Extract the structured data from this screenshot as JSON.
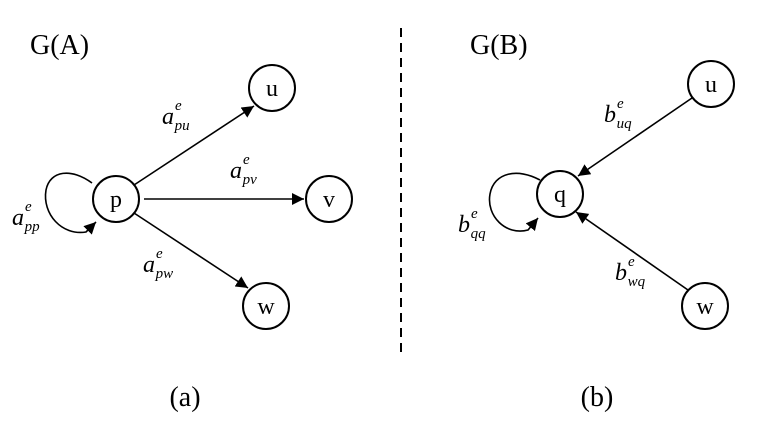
{
  "left_graph": {
    "title": "G(A)",
    "caption": "(a)",
    "nodes": {
      "p": "p",
      "u": "u",
      "v": "v",
      "w": "w"
    },
    "edges": {
      "pp": {
        "symbol": "a",
        "sup": "e",
        "sub": "pp"
      },
      "pu": {
        "symbol": "a",
        "sup": "e",
        "sub": "pu"
      },
      "pv": {
        "symbol": "a",
        "sup": "e",
        "sub": "pv"
      },
      "pw": {
        "symbol": "a",
        "sup": "e",
        "sub": "pw"
      }
    }
  },
  "right_graph": {
    "title": "G(B)",
    "caption": "(b)",
    "nodes": {
      "q": "q",
      "u": "u",
      "w": "w"
    },
    "edges": {
      "qq": {
        "symbol": "b",
        "sup": "e",
        "sub": "qq"
      },
      "uq": {
        "symbol": "b",
        "sup": "e",
        "sub": "uq"
      },
      "wq": {
        "symbol": "b",
        "sup": "e",
        "sub": "wq"
      }
    }
  }
}
